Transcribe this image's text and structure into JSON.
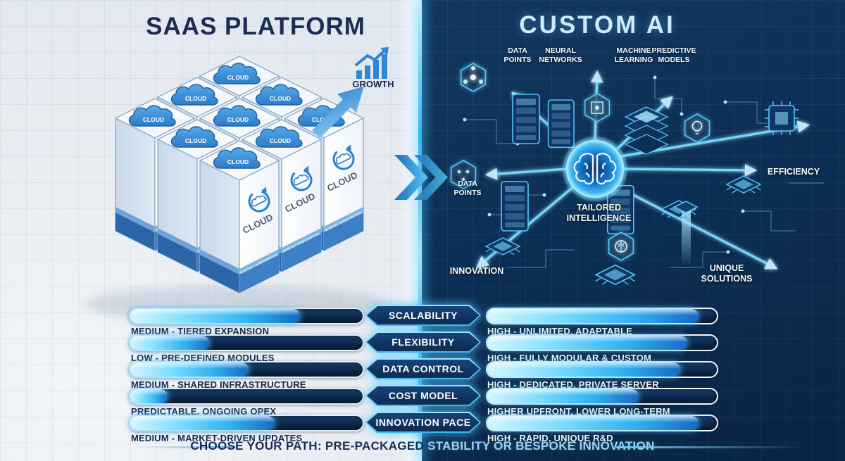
{
  "saas_panel": {
    "title": "SAAS PLATFORM",
    "growth_label": "GROWTH",
    "box_top_label": "CLOUD",
    "box_side_label": "CLOUD",
    "box_band_label": "MONTHLY SUBSCRIPTION"
  },
  "custom_panel": {
    "title": "CUSTOM AI",
    "top_labels": [
      "DATA POINTS",
      "NEURAL NETWORKS",
      "MACHINE LEARNING",
      "PREDICTIVE MODELS"
    ],
    "left_label": "DATA POINTS",
    "center_label": "TAILORED INTELLIGENCE",
    "right_label": "EFFICIENCY",
    "bottom_left_label": "INNOVATION",
    "bottom_right_label": "UNIQUE SOLUTIONS"
  },
  "comparison": {
    "rows": [
      {
        "metric": "SCALABILITY",
        "saas_label": "MEDIUM - TIERED EXPANSION",
        "saas_value_pct": 73,
        "custom_label": "HIGH - UNLIMITED, ADAPTABLE",
        "custom_value_pct": 92
      },
      {
        "metric": "FLEXIBILITY",
        "saas_label": "LOW - PRE-DEFINED MODULES",
        "saas_value_pct": 34,
        "custom_label": "HIGH - FULLY MODULAR & CUSTOM",
        "custom_value_pct": 87
      },
      {
        "metric": "DATA CONTROL",
        "saas_label": "MEDIUM - SHARED INFRASTRUCTURE",
        "saas_value_pct": 51,
        "custom_label": "HIGH - DEDICATED, PRIVATE SERVER",
        "custom_value_pct": 84
      },
      {
        "metric": "COST MODEL",
        "saas_label": "PREDICTABLE, ONGOING OPEX",
        "saas_value_pct": 16,
        "custom_label": "HIGHER UPFRONT, LOWER LONG-TERM",
        "custom_value_pct": 66
      },
      {
        "metric": "INNOVATION PACE",
        "saas_label": "MEDIUM - MARKET-DRIVEN UPDATES",
        "saas_value_pct": 62,
        "custom_label": "HIGH - RAPID, UNIQUE R&D",
        "custom_value_pct": 92
      }
    ]
  },
  "footer": {
    "left_text": "CHOOSE YOUR PATH: PRE-PACKAGED",
    "right_text": " STABILITY OR BESPOKE INNOVATION"
  },
  "colors": {
    "light_panel_bg": "#e9edf2",
    "dark_panel_bg": "#0d2f55",
    "accent_cyan": "#4fc3f7",
    "deep_navy": "#16294d",
    "bar_fill_light": "#d6f6ff",
    "bar_fill_deep": "#1769c4",
    "title_dark": "#1c2c52",
    "title_light": "#cde9fb"
  }
}
